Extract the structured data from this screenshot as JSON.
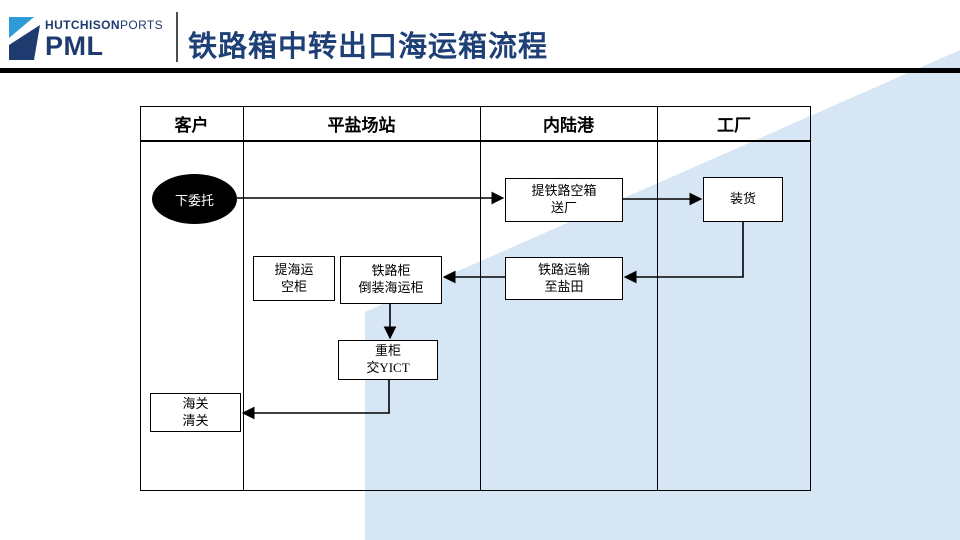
{
  "header": {
    "brand": {
      "name_bold": "HUTCHISON",
      "name_light": "PORTS",
      "subsidiary": "PML"
    },
    "title": "铁路箱中转出口海运箱流程"
  },
  "colors": {
    "brand_navy": "#1f3a6e",
    "brand_light_blue": "#2e9bd6",
    "title_navy": "#1f4077",
    "background_band": "#d7e6f4",
    "line_black": "#000000"
  },
  "swimlanes": {
    "columns": [
      {
        "label": "客户"
      },
      {
        "label": "平盐场站"
      },
      {
        "label": "内陆港"
      },
      {
        "label": "工厂"
      }
    ]
  },
  "flow": {
    "place_order": {
      "label": "下委托"
    },
    "pick_rail_empty": {
      "line1": "提铁路空箱",
      "line2": "送厂"
    },
    "loading": {
      "label": "装货"
    },
    "pick_sea_empty": {
      "line1": "提海运",
      "line2": "空柜"
    },
    "rail_to_sea_transfer": {
      "line1": "铁路柜",
      "line2": "倒装海运柜"
    },
    "rail_transport": {
      "line1": "铁路运输",
      "line2": "至盐田"
    },
    "heavy_to_yict": {
      "line1": "重柜",
      "line2": "交YICT"
    },
    "customs_clearance": {
      "line1": "海关",
      "line2": "清关"
    }
  }
}
